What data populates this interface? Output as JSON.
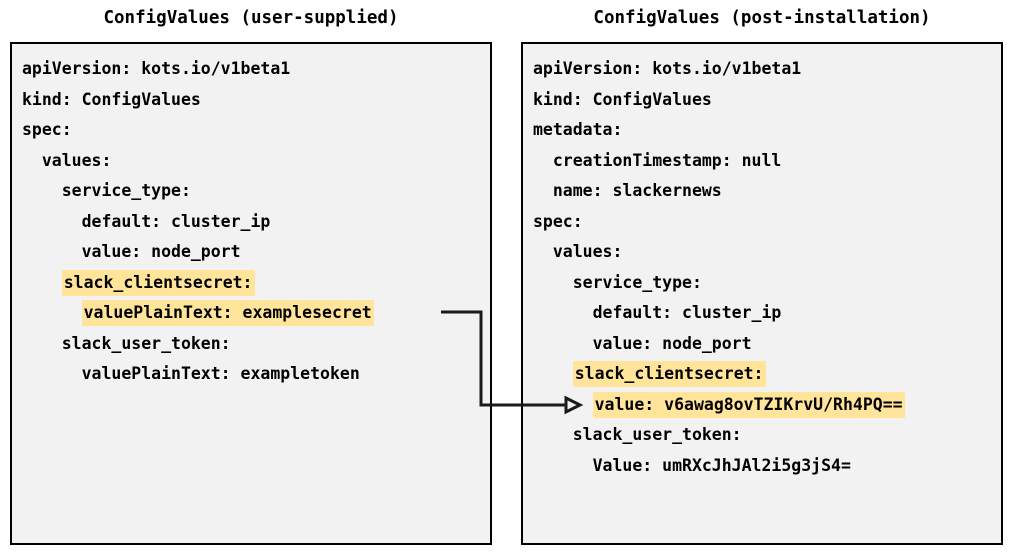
{
  "diagram": {
    "left_panel": {
      "title": "ConfigValues (user-supplied)",
      "lines": [
        {
          "text": "apiVersion: kots.io/v1beta1",
          "highlight": "none"
        },
        {
          "text": "kind: ConfigValues",
          "highlight": "none"
        },
        {
          "text": "spec:",
          "highlight": "none"
        },
        {
          "text": "  values:",
          "highlight": "none"
        },
        {
          "text": "    service_type:",
          "highlight": "none"
        },
        {
          "text": "      default: cluster_ip",
          "highlight": "none"
        },
        {
          "text": "      value: node_port",
          "highlight": "none"
        },
        {
          "indent": "    ",
          "body": "slack_clientsecret:",
          "highlight": "body"
        },
        {
          "indent": "      ",
          "body": "valuePlainText: examplesecret",
          "highlight": "body"
        },
        {
          "text": "    slack_user_token:",
          "highlight": "none"
        },
        {
          "text": "      valuePlainText: exampletoken",
          "highlight": "none"
        }
      ]
    },
    "right_panel": {
      "title": "ConfigValues (post-installation)",
      "lines": [
        {
          "text": "apiVersion: kots.io/v1beta1",
          "highlight": "none"
        },
        {
          "text": "kind: ConfigValues",
          "highlight": "none"
        },
        {
          "text": "metadata:",
          "highlight": "none"
        },
        {
          "text": "  creationTimestamp: null",
          "highlight": "none"
        },
        {
          "text": "  name: slackernews",
          "highlight": "none"
        },
        {
          "text": "spec:",
          "highlight": "none"
        },
        {
          "text": "  values:",
          "highlight": "none"
        },
        {
          "text": "    service_type:",
          "highlight": "none"
        },
        {
          "text": "      default: cluster_ip",
          "highlight": "none"
        },
        {
          "text": "      value: node_port",
          "highlight": "none"
        },
        {
          "indent": "    ",
          "body": "slack_clientsecret:",
          "highlight": "body"
        },
        {
          "indent": "      ",
          "body": "value: v6awag8ovTZIKrvU/Rh4PQ==",
          "highlight": "body"
        },
        {
          "text": "    slack_user_token:",
          "highlight": "none"
        },
        {
          "text": "      Value: umRXcJhJAl2i5g3jS4=",
          "highlight": "none"
        }
      ]
    },
    "connector": {
      "name": "mapping-arrow",
      "from_label": "valuePlainText: examplesecret",
      "to_label": "value: v6awag8ovTZIKrvU/Rh4PQ=="
    },
    "colors": {
      "highlight": "#ffe49a",
      "panel_background": "#f2f2f2",
      "border": "#000000",
      "text": "#000000",
      "page_background": "#ffffff"
    }
  }
}
